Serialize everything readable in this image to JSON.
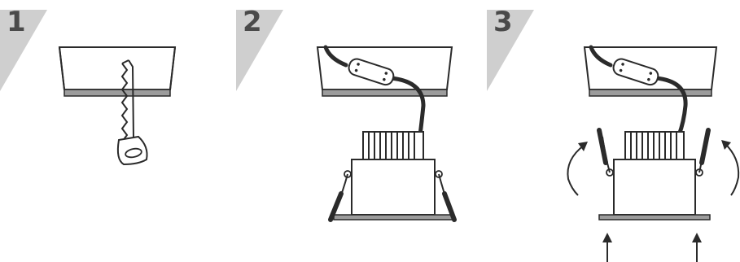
{
  "steps": [
    {
      "number": "1",
      "action": "cut-ceiling-hole"
    },
    {
      "number": "2",
      "action": "connect-and-insert-downlight"
    },
    {
      "number": "3",
      "action": "push-up-springs-into-ceiling"
    }
  ],
  "colors": {
    "badge": "#cfcfcf",
    "number": "#4a4a4a",
    "stroke": "#2a2a2a",
    "ceiling_edge": "#9c9c9c",
    "cable": "#2b2b2b"
  }
}
